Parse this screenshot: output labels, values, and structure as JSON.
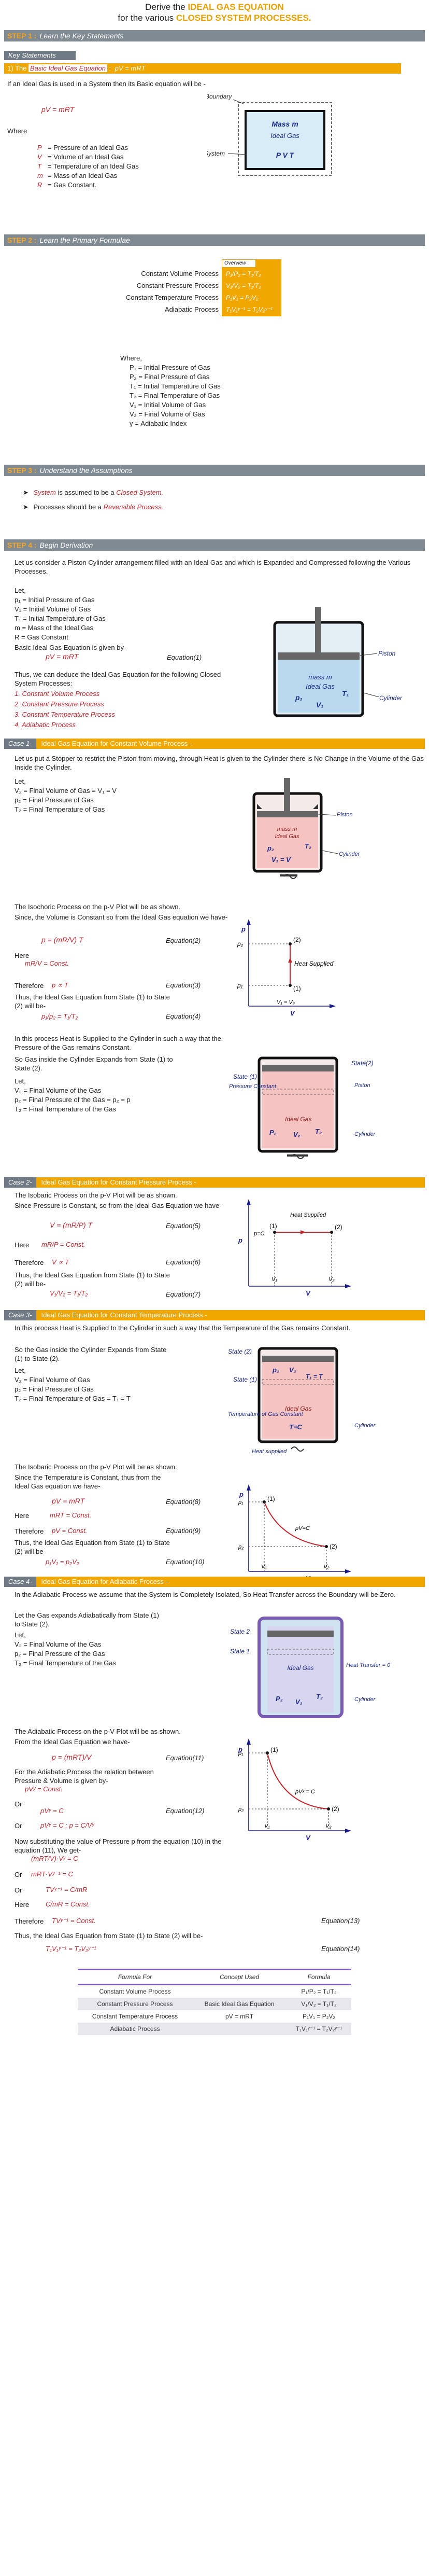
{
  "title": {
    "line1_pre": "Derive the ",
    "line1_hl": "IDEAL GAS EQUATION",
    "line2_pre": "for the various ",
    "line2_hl": "CLOSED SYSTEM PROCESSES."
  },
  "step1": {
    "label": "STEP 1 :",
    "text": "Learn the Key Statements"
  },
  "key_statements": "Key Statements",
  "ks1": {
    "num": "1)",
    "pre": " The ",
    "basic": "Basic Ideal Gas Equation",
    ":": ":",
    "eq": "pV = mRT"
  },
  "ks1_body": "If an Ideal Gas is used in a System then its Basic equation will be -",
  "eq_pvmrt": "pV = mRT",
  "where": "Where",
  "defs": [
    {
      "sym": "P",
      "text": "= Pressure of an Ideal Gas"
    },
    {
      "sym": "V",
      "text": "= Volume of an Ideal Gas"
    },
    {
      "sym": "T",
      "text": "= Temperature of an Ideal Gas"
    },
    {
      "sym": "m",
      "text": "= Mass of an Ideal Gas"
    },
    {
      "sym": "R",
      "text": "= Gas Constant."
    }
  ],
  "box1": {
    "boundary": "Boundary",
    "mass": "Mass m",
    "ideal": "Ideal Gas",
    "pvt": "P  V  T",
    "system": "System"
  },
  "step2": {
    "label": "STEP 2 :",
    "text": "Learn the Primary Formulae"
  },
  "formulae": {
    "overview": "Overview",
    "rows": [
      {
        "name": "Constant Volume Process",
        "f": "P₁/P₂ = T₁/T₂"
      },
      {
        "name": "Constant Pressure Process",
        "f": "V₁/V₂ = T₁/T₂"
      },
      {
        "name": "Constant Temperature Process",
        "f": "P₁V₁ = P₂V₂"
      },
      {
        "name": "Adiabatic Process",
        "f": "T₁V₁ʸ⁻¹ = T₂V₂ʸ⁻¹"
      }
    ],
    "where": "Where,",
    "defs": [
      "P₁ = Initial Pressure of Gas",
      "P₂ = Final Pressure of Gas",
      "T₁ = Initial Temperature of Gas",
      "T₂ = Final Temperature of Gas",
      "V₁ = Initial Volume of Gas",
      "V₂ = Final Volume of Gas",
      "γ = Adiabatic Index"
    ]
  },
  "step3": {
    "label": "STEP 3 :",
    "text": "Understand the Assumptions"
  },
  "assumptions": [
    {
      "red": "System",
      "rest": " is assumed to be a ",
      "red2": "Closed System."
    },
    {
      "red": "",
      "rest": "Processes should be a ",
      "red2": "Reversible Process."
    }
  ],
  "step4": {
    "label": "STEP 4 :",
    "text": "Begin Derivation"
  },
  "intro": "Let us consider a Piston Cylinder arrangement filled with an Ideal Gas and which is Expanded and Compressed following the Various Processes.",
  "let": "Let,",
  "letdefs": [
    "p₁ = Initial Pressure of Gas",
    "V₁ = Initial Volume of Gas",
    "T₁ = Initial Temperature of Gas",
    "m = Mass of the Ideal Gas",
    "R = Gas Constant"
  ],
  "basic_eq_line": "Basic Ideal Gas Equation is given by-",
  "eq1": {
    "eq": "pV = mRT",
    "label": "Equation(1)"
  },
  "deduce": "Thus, we can deduce the Ideal Gas Equation for the following Closed System Processes:",
  "processes": [
    "1. Constant Volume Process",
    "2. Constant Pressure Process",
    "3. Constant Temperature Process",
    "4. Adiabatic Process"
  ],
  "cyl1": {
    "piston": "Piston",
    "mass": "mass m",
    "ideal": "Ideal Gas",
    "p1": "p₁",
    "t1": "T₁",
    "v1": "V₁",
    "cyl": "Cylinder"
  },
  "case1": {
    "num": "Case 1-",
    "text": "Ideal Gas Equation for Constant Volume Process -"
  },
  "case1_intro": "Let us put a Stopper to restrict the Piston from moving, through Heat is given to the Cylinder there is No Change in the Volume of the Gas Inside the Cylinder.",
  "case1_defs": [
    "V₂ = Final Volume of Gas = V₁ = V",
    "p₂ = Final Pressure of Gas",
    "T₂ = Final Temperature of Gas"
  ],
  "cyl2": {
    "piston": "Piston",
    "mass": "mass m",
    "ideal": "Ideal Gas",
    "p2": "p₂",
    "t2": "T₂",
    "v": "V₁ = V",
    "cyl": "Cylinder"
  },
  "case1_iso": "The Isochoric Process on the p-V Plot will be as shown.",
  "case1_since": "Since, the Volume is Constant so from the Ideal Gas equation we have-",
  "eq2": {
    "eq": "p = (mR/V) T",
    "label": "Equation(2)"
  },
  "here": "Here",
  "eq2b": "mR/V = Const.",
  "therefore": "Therefore",
  "eq3": {
    "eq": "p ∝ T",
    "label": "Equation(3)"
  },
  "case1_thus": "Thus, the Ideal Gas Equation from State (1) to State (2) will be-",
  "eq4": {
    "eq": "p₁/p₂ = T₁/T₂",
    "label": "Equation(4)"
  },
  "plot1": {
    "p": "p",
    "v": "V",
    "p2": "p₂",
    "p1": "p₁",
    "s2": "(2)",
    "s1": "(1)",
    "heat": "Heat Supplied",
    "vv": "V₁ = V₂"
  },
  "case1b_intro": "In this process Heat is Supplied to the Cylinder in such a way that the Pressure of the Gas remains Constant.",
  "case1b_exp": "So Gas inside the Cylinder Expands from State (1) to State (2).",
  "case1b_defs": [
    "V₂ = Final Volume of the Gas",
    "p₂ = Final Pressure of the Gas = p₂ = p",
    "T₂ = Final Temperature of the Gas"
  ],
  "cyl3": {
    "s2": "State(2)",
    "s1": "State (1)",
    "pc": "Pressure Constant",
    "piston": "Piston",
    "ideal": "Ideal Gas",
    "p2": "P₂",
    "v2": "V₂",
    "t2": "T₂",
    "cyl": "Cylinder"
  },
  "case2": {
    "num": "Case 2-",
    "text": "Ideal Gas Equation for Constant Pressure Process -"
  },
  "case2_iso": "The Isobaric Process on the p-V Plot will be as shown.",
  "case2_since": "Since Pressure is Constant, so from the Ideal Gas Equation we have-",
  "eq5": {
    "eq": "V = (mR/P) T",
    "label": "Equation(5)"
  },
  "eq5b": "mR/P = Const.",
  "eq6": {
    "eq": "V ∝ T",
    "label": "Equation(6)"
  },
  "case2_thus": "Thus, the Ideal Gas Equation from State (1) to State (2) will be-",
  "eq7": {
    "eq": "V₁/V₂ = T₁/T₂",
    "label": "Equation(7)"
  },
  "plot2": {
    "p": "p",
    "v": "V",
    "pc": "p=C",
    "s1": "(1)",
    "s2": "(2)",
    "heat": "Heat Supplied",
    "v1": "V₁",
    "v2": "V₂"
  },
  "case3": {
    "num": "Case 3-",
    "text": "Ideal Gas Equation for Constant Temperature Process -"
  },
  "case3_intro": "In this process Heat is Supplied to the Cylinder in such a way that the Temperature of the Gas remains Constant.",
  "case3_exp": "So the Gas inside the Cylinder Expands from State (1) to State (2).",
  "case3_defs": [
    "V₂ = Final Volume of Gas",
    "p₂ = Final Pressure of Gas",
    "T₂ = Final Temperature of Gas = T₁ = T"
  ],
  "cyl4": {
    "s2": "State (2)",
    "s1": "State (1)",
    "tc": "Temperature of Gas Constant",
    "p2": "p₂",
    "v2": "V₂",
    "t": "T₁ = T",
    "ideal": "Ideal Gas",
    "tc2": "T=C",
    "heat": "Heat supplied",
    "cyl": "Cylinder"
  },
  "case3_iso": "The Isobaric Process on the p-V Plot will be as shown.",
  "case3_since": "Since the Temperature is Constant, thus from the Ideal Gas equation we have-",
  "eq8": {
    "eq": "pV = mRT",
    "label": "Equation(8)"
  },
  "eq8b": "mRT = Const.",
  "eq9": {
    "eq": "pV = Const.",
    "label": "Equation(9)"
  },
  "case3_thus": "Thus, the Ideal Gas Equation from State (1) to State (2) will be-",
  "eq10": {
    "eq": "p₁V₁ = p₂V₂",
    "label": "Equation(10)"
  },
  "plot3": {
    "p": "p",
    "v": "V",
    "s1": "(1)",
    "s2": "(2)",
    "pvc": "pV=C",
    "p1": "p₁",
    "p2": "p₂",
    "v1": "V₁",
    "v2": "V₂"
  },
  "case4": {
    "num": "Case 4-",
    "text": "Ideal Gas Equation for Adiabatic Process -"
  },
  "case4_intro": "In the Adiabatic Process we assume that the System is Completely Isolated, So Heat Transfer across the Boundary will be Zero.",
  "case4_exp": "Let the Gas expands Adiabatically from State (1) to State (2).",
  "case4_defs": [
    "V₂ = Final Volume of the Gas",
    "p₂ = Final Pressure of the Gas",
    "T₂ = Final Temperature of the Gas"
  ],
  "cyl5": {
    "s2": "State 2",
    "s1": "State 1",
    "ideal": "Ideal Gas",
    "heat": "Heat Transfer = 0",
    "p2": "P₂",
    "v2": "V₂",
    "t2": "T₂",
    "cyl": "Cylinder"
  },
  "case4_iso": "The Adiabatic Process on the p-V Plot will be as shown.",
  "case4_from": "From the Ideal Gas Equation we have-",
  "eq11": {
    "eq": "p = (mRT)/V",
    "label": "Equation(11)"
  },
  "case4_for": "For the Adiabatic Process the relation between Pressure & Volume is given by-",
  "eq_pvy": "pVʸ = Const.",
  "or": "Or",
  "eq12": {
    "eq": "pVʸ = C",
    "label": "Equation(12)"
  },
  "eq12b": "pVʸ = C ;  p = C/Vʸ",
  "now_sub": "Now substituting the value of Pressure p from the equation (10) in the equation (11), We get-",
  "sub1": "(mRT/V)·Vʸ = C",
  "sub2": "mRT·Vʸ⁻¹ = C",
  "sub3": "TVʸ⁻¹ = C/mR",
  "sub4": "C/mR = Const.",
  "eq13": {
    "eq": "TVʸ⁻¹ = Const.",
    "label": "Equation(13)"
  },
  "case4_thus": "Thus, the Ideal Gas Equation from State (1) to State (2) will be-",
  "eq14": {
    "eq": "T₁V₁ʸ⁻¹ = T₂V₂ʸ⁻¹",
    "label": "Equation(14)"
  },
  "plot4": {
    "p": "p",
    "v": "V",
    "s1": "(1)",
    "s2": "(2)",
    "pvc": "pVʸ = C",
    "p1": "p₁",
    "p2": "p₂",
    "v1": "V₁",
    "v2": "V₂"
  },
  "summary": {
    "headers": [
      "Formula For",
      "Concept Used",
      "Formula"
    ],
    "rows": [
      {
        "name": "Constant Volume Process",
        "concept": "",
        "f": "P₁/P₂ = T₁/T₂"
      },
      {
        "name": "Constant Pressure Process",
        "concept": "Basic Ideal Gas Equation",
        "f": "V₁/V₂ = T₁/T₂"
      },
      {
        "name": "Constant Temperature Process",
        "concept": "pV = mRT",
        "f": "P₁V₁ = P₂V₂"
      },
      {
        "name": "Adiabatic Process",
        "concept": "",
        "f": "T₁V₁ʸ⁻¹ = T₂V₂ʸ⁻¹"
      }
    ]
  },
  "colors": {
    "accent": "#f0a800",
    "bar": "#808a93",
    "red": "#c0262d",
    "purple": "#7a5bb3",
    "gas": "#f6c3c3",
    "blue": "#1a3fa0"
  }
}
